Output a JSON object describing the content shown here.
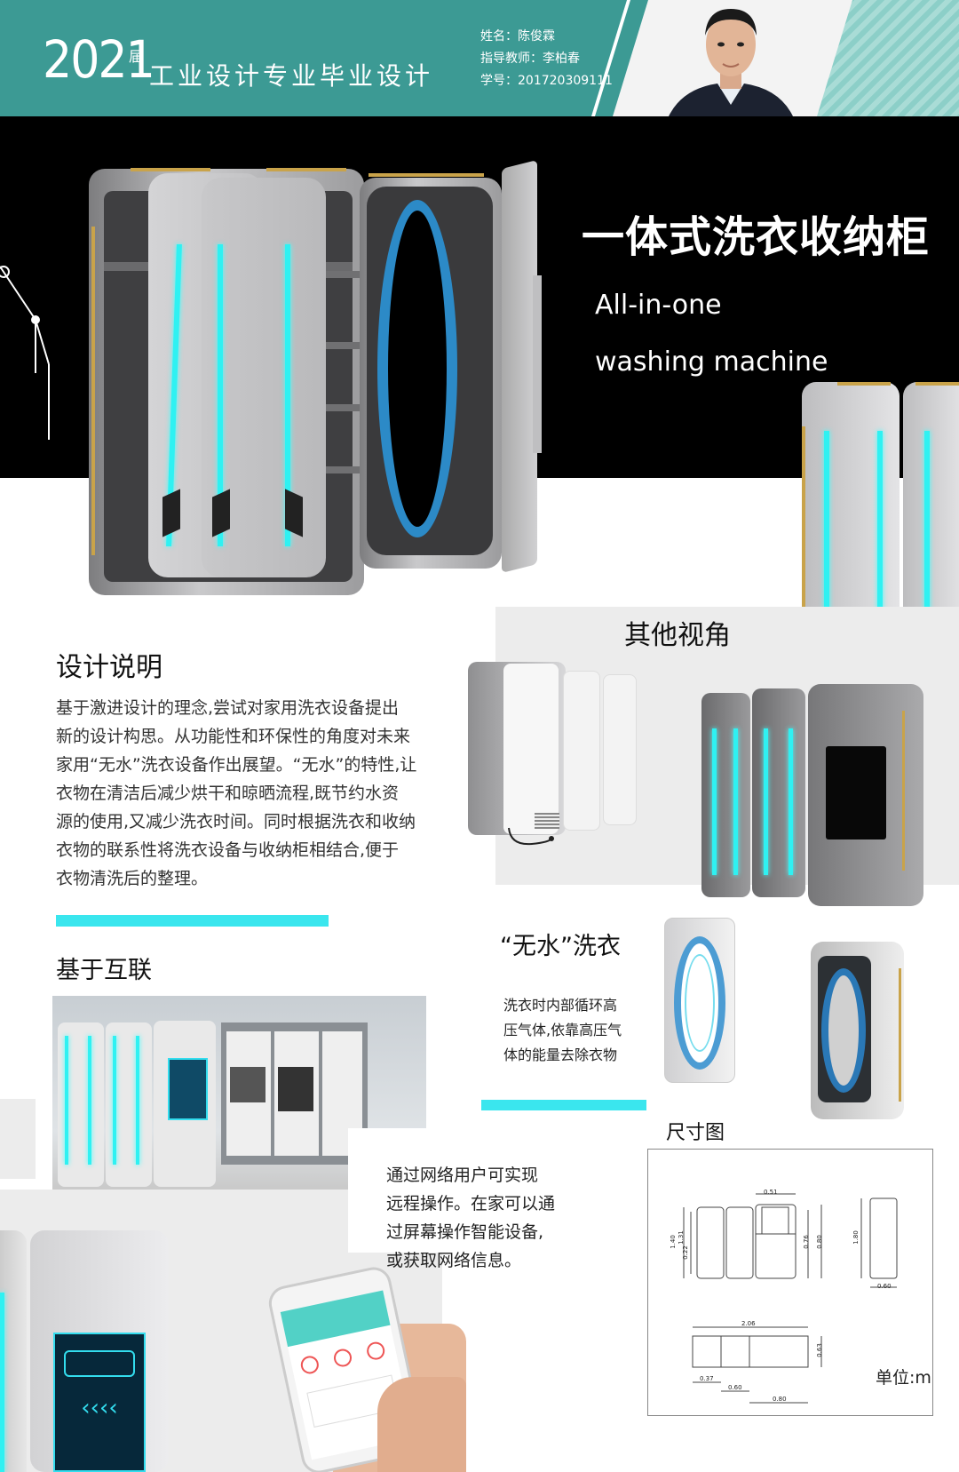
{
  "header": {
    "year": "2021",
    "jie": "届",
    "major": "工业设计专业毕业设计",
    "name_line": "姓名：陈俊霖",
    "advisor_line": "指导教师：李柏春",
    "id_line": "学号：2017203091",
    "id_suffix": "11"
  },
  "hero": {
    "title": "一体式洗衣收纳柜",
    "subtitle_line1": "All-in-one",
    "subtitle_line2": "washing machine"
  },
  "other_views": {
    "title": "其他视角"
  },
  "design": {
    "title": "设计说明",
    "lines": [
      "基于激进设计的理念,尝试对家用洗衣设备提出",
      "新的设计构思。从功能性和环保性的角度对未来",
      "家用“无水”洗衣设备作出展望。“无水”的特性,让",
      "衣物在清洁后减少烘干和晾晒流程,既节约水资",
      "源的使用,又减少洗衣时间。同时根据洗衣和收纳",
      "衣物的联系性将洗衣设备与收纳柜相结合,便于",
      "衣物清洗后的整理。"
    ]
  },
  "nowater": {
    "title": "“无水”洗衣",
    "lines": [
      "洗衣时内部循环高",
      "压气体,依靠高压气",
      "体的能量去除衣物"
    ]
  },
  "iot": {
    "title": "基于互联",
    "lines": [
      "通过网络用户可实现",
      "远程操作。在家可以通",
      "过屏幕操作智能设备,",
      "或获取网络信息。"
    ]
  },
  "dims": {
    "title": "尺寸图",
    "unit": "单位:m",
    "labels": [
      "0.51",
      "1.40",
      "1.31",
      "0.22",
      "0.76",
      "0.80",
      "1.80",
      "0.60",
      "2.06",
      "0.37",
      "0.60",
      "0.80",
      "0.63"
    ]
  },
  "colors": {
    "teal": "#3c9a94",
    "cyan": "#3ae6ee",
    "gold": "#c9a34a"
  }
}
